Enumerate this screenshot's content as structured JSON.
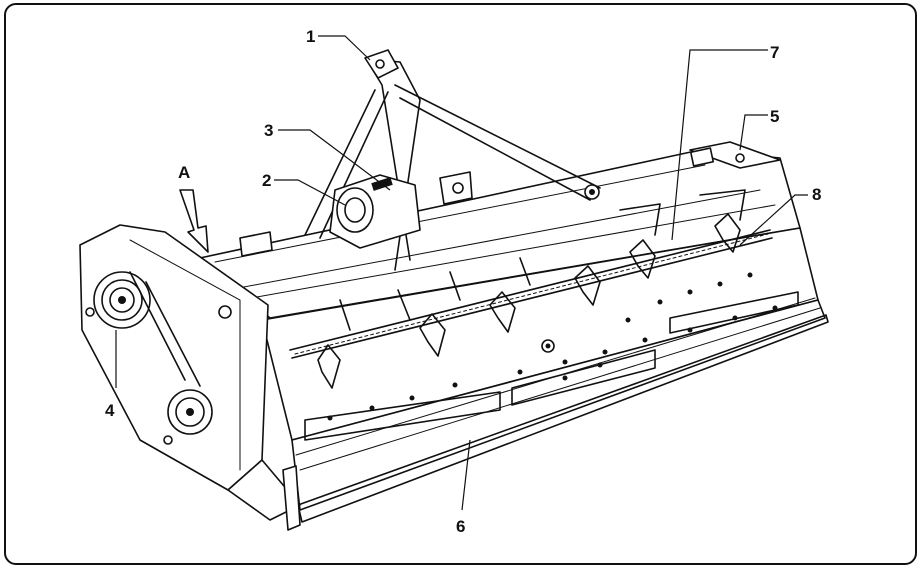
{
  "labels": {
    "l1": "1",
    "l2": "2",
    "l3": "3",
    "l4": "4",
    "l5": "5",
    "l6": "6",
    "l7": "7",
    "l8": "8",
    "arrow": "A"
  }
}
